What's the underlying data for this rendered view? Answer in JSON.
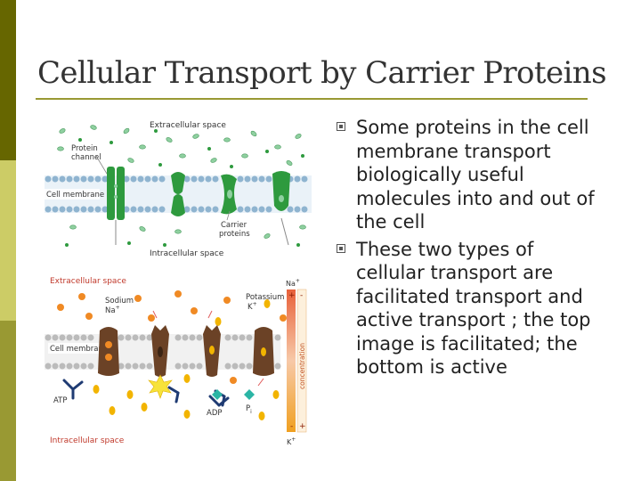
{
  "slide": {
    "title": "Cellular Transport by Carrier Proteins",
    "bullets": [
      "Some proteins in the cell membrane transport biologically useful molecules into and out of the cell",
      "These two types of cellular transport are facilitated transport and active transport ; the top image is facilitated; the bottom is active"
    ]
  },
  "top_diagram": {
    "extracellular": "Extracellular space",
    "protein_channel_1": "Protein",
    "protein_channel_2": "channel",
    "cell_membrane": "Cell membrane",
    "carrier_1": "Carrier",
    "carrier_2": "proteins",
    "intracellular": "Intracellular space"
  },
  "bottom_diagram": {
    "extracellular": "Extracellular space",
    "sodium": "Sodium",
    "na": "Na",
    "potassium": "Potassium",
    "k": "K",
    "cell_membrane": "Cell membrane",
    "atp": "ATP",
    "adp": "ADP",
    "pi": "P",
    "pi_sub": "i",
    "intracellular": "Intracellular space",
    "gradient_label": "concentration",
    "plus": "+",
    "minus": "-"
  },
  "colors": {
    "accent_dark": "#666600",
    "accent_light": "#cccc66",
    "accent_mid": "#999933",
    "protein_green": "#2e9a3e",
    "membrane_blue": "#8fb4d0",
    "sodium_orange": "#f08a24",
    "potassium_yellow": "#f2b400",
    "pump_brown": "#6b4226"
  }
}
